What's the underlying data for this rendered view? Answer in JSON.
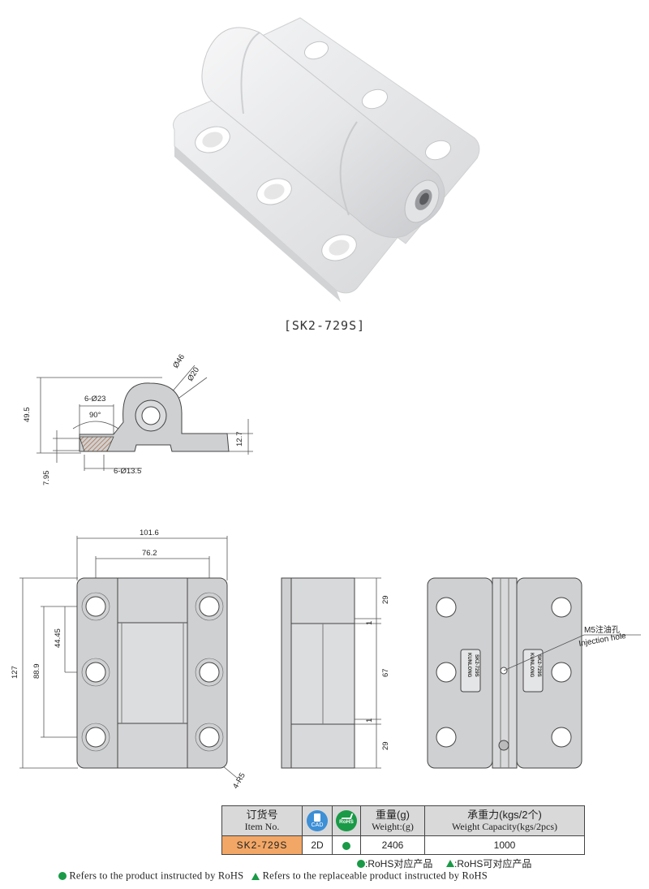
{
  "caption": "[SK2-729S]",
  "side_view": {
    "dim_49_5": "49.5",
    "dim_12_7": "12.7",
    "dim_7_95": "7.95",
    "dim_6_d23": "6-Ø23",
    "dim_90": "90°",
    "dim_6_d13_5": "6-Ø13.5",
    "dim_d46": "Ø46",
    "dim_d20": "Ø20"
  },
  "front_view": {
    "dim_101_6": "101.6",
    "dim_76_2": "76.2",
    "dim_127": "127",
    "dim_88_9": "88.9",
    "dim_44_45": "44.45",
    "dim_4_r5": "4-R5"
  },
  "profile_view": {
    "dim_29_top": "29",
    "dim_1_top": "1",
    "dim_67": "67",
    "dim_1_bottom": "1",
    "dim_29_bottom": "29"
  },
  "back_view": {
    "callout_cn": "M5注油孔",
    "callout_en": "Injection hole",
    "label_line1": "KUNLONG",
    "label_line2": "SK2-729S"
  },
  "spec_table": {
    "headers": {
      "item_cn": "订货号",
      "item_en": "Item No.",
      "cad": "CAD",
      "rohs": "RoHS",
      "weight_cn": "重量(g)",
      "weight_en": "Weight:(g)",
      "capacity_cn": "承重力(kgs/2个)",
      "capacity_en": "Weight Capacity(kgs/2pcs)"
    },
    "row": {
      "item": "SK2-729S",
      "cad": "2D",
      "weight": "2406",
      "capacity": "1000"
    }
  },
  "legend": {
    "cn_rohs": ":RoHS对应产品",
    "cn_replaceable": ":RoHS可对应产品",
    "en_rohs": "Refers to the product instructed by RoHS",
    "en_replaceable": "Refers to the replaceable product instructed by RoHS"
  },
  "colors": {
    "part_fill": "#cfd0d2",
    "rohs_green": "#1a9a47",
    "cad_blue": "#3d8fd6",
    "item_orange": "#f2a766",
    "header_gray": "#d9d9d9"
  }
}
